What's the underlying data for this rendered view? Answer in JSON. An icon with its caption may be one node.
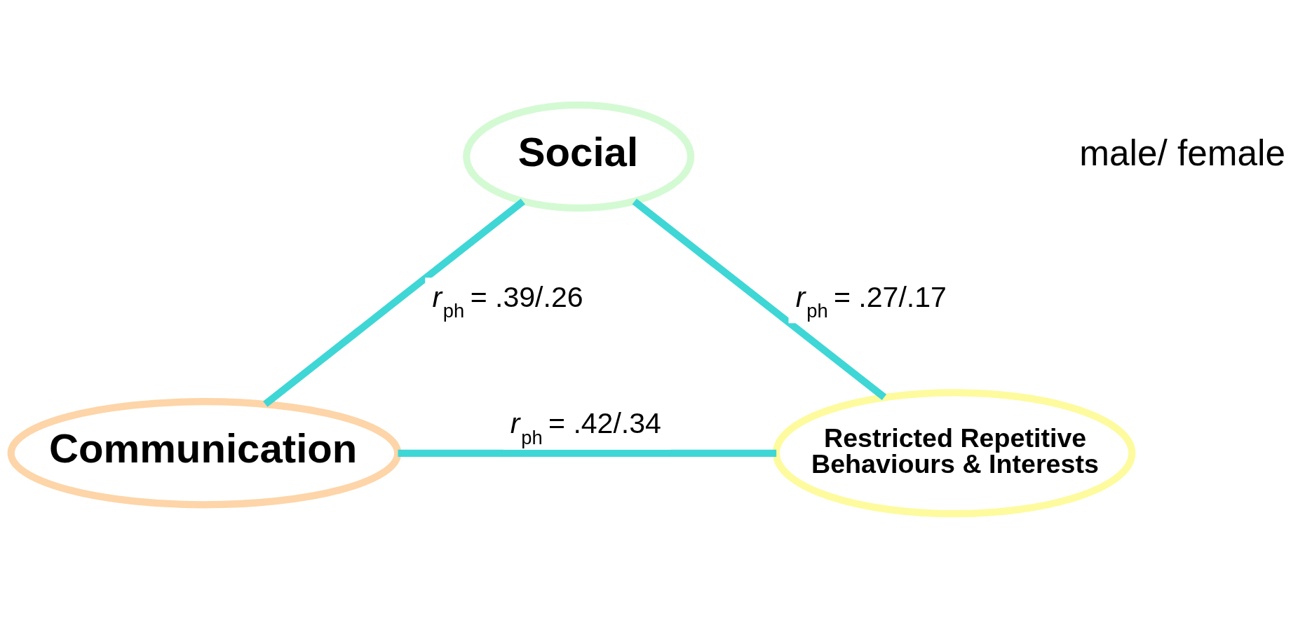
{
  "diagram": {
    "nodes": [
      {
        "text": [
          "Social"
        ]
      },
      {
        "text": [
          "Communication"
        ]
      },
      {
        "text": [
          "Restricted Repetitive Behaviours & Interests"
        ]
      }
    ],
    "edges": [
      {
        "from": 0,
        "to": 1,
        "arrow": "none",
        "label": "*r*$_{ph}$ = .39/.26"
      },
      {
        "from": 0,
        "to": 2,
        "arrow": "none",
        "label": "*r*$_{ph}$ = .27/.17"
      },
      {
        "from": 1,
        "to": 2,
        "arrow": "none",
        "label": "*r*$_{ph}$ = .42/.34"
      }
    ],
    "labels": [
      "male/ female"
    ]
  }
}
